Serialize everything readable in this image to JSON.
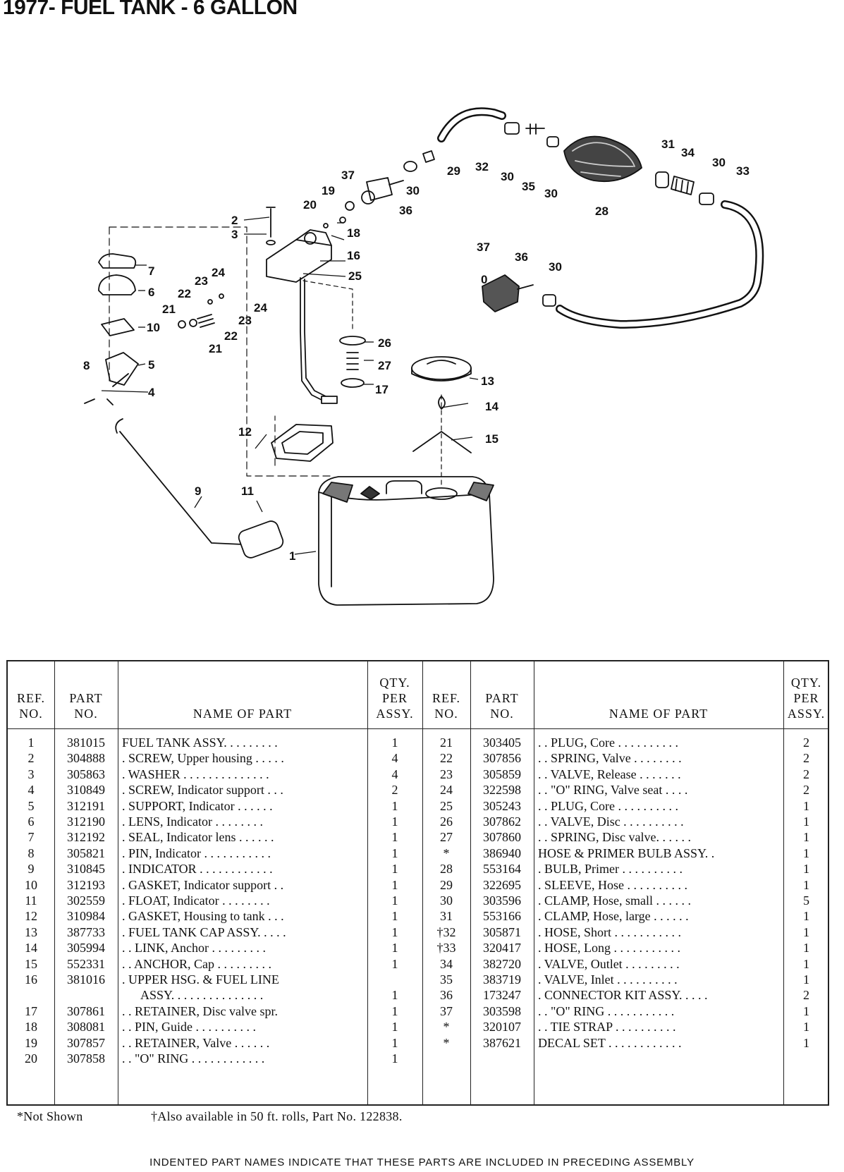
{
  "title": "1977- FUEL TANK - 6 GALLON",
  "callouts": {
    "c1": "1",
    "c2": "2",
    "c3": "3",
    "c4": "4",
    "c5": "5",
    "c6": "6",
    "c7": "7",
    "c8": "8",
    "c9": "9",
    "c10": "10",
    "c11": "11",
    "c12": "12",
    "c13": "13",
    "c14": "14",
    "c15": "15",
    "c16": "16",
    "c17": "17",
    "c18": "18",
    "c19": "19",
    "c20": "20",
    "c21": "21",
    "c22": "22",
    "c23": "23",
    "c24": "24",
    "c25": "25",
    "c26": "26",
    "c27": "27",
    "c28": "28",
    "c29": "29",
    "c30": "30",
    "c31": "31",
    "c32": "32",
    "c33": "33",
    "c34": "34",
    "c35": "35",
    "c36": "36",
    "c37": "37",
    "c0": "0"
  },
  "table": {
    "headers": {
      "ref": "REF.\nNO.",
      "part": "PART\nNO.",
      "name": "NAME OF PART",
      "qty": "QTY.\nPER\nASSY."
    },
    "left_rows": [
      {
        "ref": "1",
        "part": "381015",
        "name": "FUEL TANK ASSY. . . . . . . . .",
        "qty": "1"
      },
      {
        "ref": "2",
        "part": "304888",
        "name": ". SCREW, Upper housing . . . . .",
        "qty": "4"
      },
      {
        "ref": "3",
        "part": "305863",
        "name": ". WASHER . . . . . . . . . . . . . .",
        "qty": "4"
      },
      {
        "ref": "4",
        "part": "310849",
        "name": ". SCREW, Indicator support . . .",
        "qty": "2"
      },
      {
        "ref": "5",
        "part": "312191",
        "name": ". SUPPORT, Indicator . . . . . .",
        "qty": "1"
      },
      {
        "ref": "6",
        "part": "312190",
        "name": ". LENS, Indicator . . . . . . . .",
        "qty": "1"
      },
      {
        "ref": "7",
        "part": "312192",
        "name": ". SEAL, Indicator lens . . . . . .",
        "qty": "1"
      },
      {
        "ref": "8",
        "part": "305821",
        "name": ". PIN, Indicator . . . . . . . . . . .",
        "qty": "1"
      },
      {
        "ref": "9",
        "part": "310845",
        "name": ". INDICATOR . . . . . . . . . . . .",
        "qty": "1"
      },
      {
        "ref": "10",
        "part": "312193",
        "name": ". GASKET, Indicator support . .",
        "qty": "1"
      },
      {
        "ref": "11",
        "part": "302559",
        "name": ". FLOAT, Indicator . . . . . . . .",
        "qty": "1"
      },
      {
        "ref": "12",
        "part": "310984",
        "name": ". GASKET, Housing to tank . . .",
        "qty": "1"
      },
      {
        "ref": "13",
        "part": "387733",
        "name": ". FUEL TANK CAP ASSY. . . . .",
        "qty": "1"
      },
      {
        "ref": "14",
        "part": "305994",
        "name": ". . LINK, Anchor . . . . . . . . .",
        "qty": "1"
      },
      {
        "ref": "15",
        "part": "552331",
        "name": ". . ANCHOR, Cap . . . . . . . . .",
        "qty": "1"
      },
      {
        "ref": "16",
        "part": "381016",
        "name": ". UPPER HSG. & FUEL LINE",
        "qty": ""
      },
      {
        "ref": "",
        "part": "",
        "name": "      ASSY. . . . . . . . . . . . . . .",
        "qty": "1"
      },
      {
        "ref": "17",
        "part": "307861",
        "name": ". . RETAINER, Disc valve spr.",
        "qty": "1"
      },
      {
        "ref": "18",
        "part": "308081",
        "name": ". . PIN, Guide . . . . . . . . . .",
        "qty": "1"
      },
      {
        "ref": "19",
        "part": "307857",
        "name": ". . RETAINER, Valve . . . . . .",
        "qty": "1"
      },
      {
        "ref": "20",
        "part": "307858",
        "name": ". . \"O\" RING . . . . . . . . . . . .",
        "qty": "1"
      }
    ],
    "right_rows": [
      {
        "ref": "21",
        "part": "303405",
        "name": ". . PLUG, Core . . . . . . . . . .",
        "qty": "2"
      },
      {
        "ref": "22",
        "part": "307856",
        "name": ". . SPRING, Valve . . . . . . . .",
        "qty": "2"
      },
      {
        "ref": "23",
        "part": "305859",
        "name": ". . VALVE, Release . . . . . . .",
        "qty": "2"
      },
      {
        "ref": "24",
        "part": "322598",
        "name": ". . \"O\" RING, Valve seat . . . .",
        "qty": "2"
      },
      {
        "ref": "25",
        "part": "305243",
        "name": ". . PLUG, Core . . . . . . . . . .",
        "qty": "1"
      },
      {
        "ref": "26",
        "part": "307862",
        "name": ". . VALVE, Disc . . . . . . . . . .",
        "qty": "1"
      },
      {
        "ref": "27",
        "part": "307860",
        "name": ". . SPRING, Disc valve. . . . . .",
        "qty": "1"
      },
      {
        "ref": "*",
        "part": "386940",
        "name": "HOSE & PRIMER BULB ASSY. .",
        "qty": "1"
      },
      {
        "ref": "28",
        "part": "553164",
        "name": ". BULB, Primer . . . . . . . . . .",
        "qty": "1"
      },
      {
        "ref": "29",
        "part": "322695",
        "name": ". SLEEVE, Hose . . . . . . . . . .",
        "qty": "1"
      },
      {
        "ref": "30",
        "part": "303596",
        "name": ". CLAMP, Hose, small . . . . . .",
        "qty": "5"
      },
      {
        "ref": "31",
        "part": "553166",
        "name": ". CLAMP, Hose, large . . . . . .",
        "qty": "1"
      },
      {
        "ref": "†32",
        "part": "305871",
        "name": ". HOSE, Short . . . . . . . . . . .",
        "qty": "1"
      },
      {
        "ref": "†33",
        "part": "320417",
        "name": ". HOSE, Long . . . . . . . . . . .",
        "qty": "1"
      },
      {
        "ref": "34",
        "part": "382720",
        "name": ". VALVE, Outlet . . . . . . . . .",
        "qty": "1"
      },
      {
        "ref": "35",
        "part": "383719",
        "name": ". VALVE, Inlet . . . . . . . . . .",
        "qty": "1"
      },
      {
        "ref": "36",
        "part": "173247",
        "name": ". CONNECTOR KIT ASSY. . . . .",
        "qty": "2"
      },
      {
        "ref": "37",
        "part": "303598",
        "name": ". . \"O\" RING . . . . . . . . . . .",
        "qty": "1"
      },
      {
        "ref": "*",
        "part": "320107",
        "name": ". . TIE STRAP . . . . . . . . . .",
        "qty": "1"
      },
      {
        "ref": "*",
        "part": "387621",
        "name": "DECAL SET . . . . . . . . . . . .",
        "qty": "1"
      }
    ]
  },
  "footnotes": {
    "not_shown": "*Not Shown",
    "rolls": "†Also available in 50 ft. rolls, Part No. 122838."
  },
  "bottom_note": "INDENTED PART NAMES INDICATE THAT THESE PARTS ARE INCLUDED IN PRECEDING ASSEMBLY"
}
